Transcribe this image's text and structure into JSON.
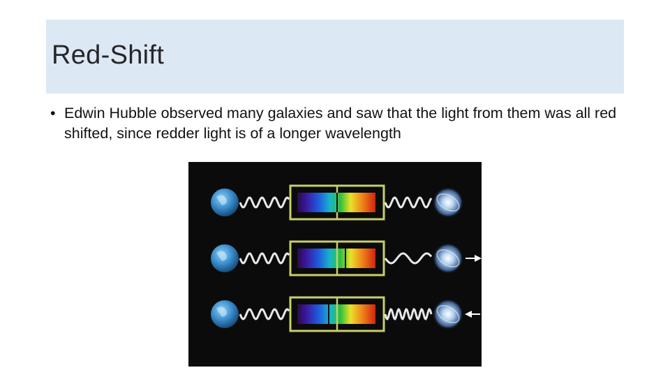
{
  "slide": {
    "title": "Red-Shift",
    "bullets": [
      {
        "marker": "•",
        "text": "Edwin Hubble observed many galaxies and saw that the light from them was all red shifted, since redder light is of a longer wavelength"
      }
    ]
  },
  "figure": {
    "rows": [
      {
        "motion": "stationary",
        "line_shift": "none"
      },
      {
        "motion": "receding",
        "line_shift": "toward red"
      },
      {
        "motion": "approaching",
        "line_shift": "toward blue"
      }
    ]
  },
  "colors": {
    "title_band": "#dde8f5",
    "title_text": "#262626",
    "figure_background": "#0b0b0b",
    "spectrum_frame": "#c8cf6a",
    "wave": "#e8e8e8"
  }
}
